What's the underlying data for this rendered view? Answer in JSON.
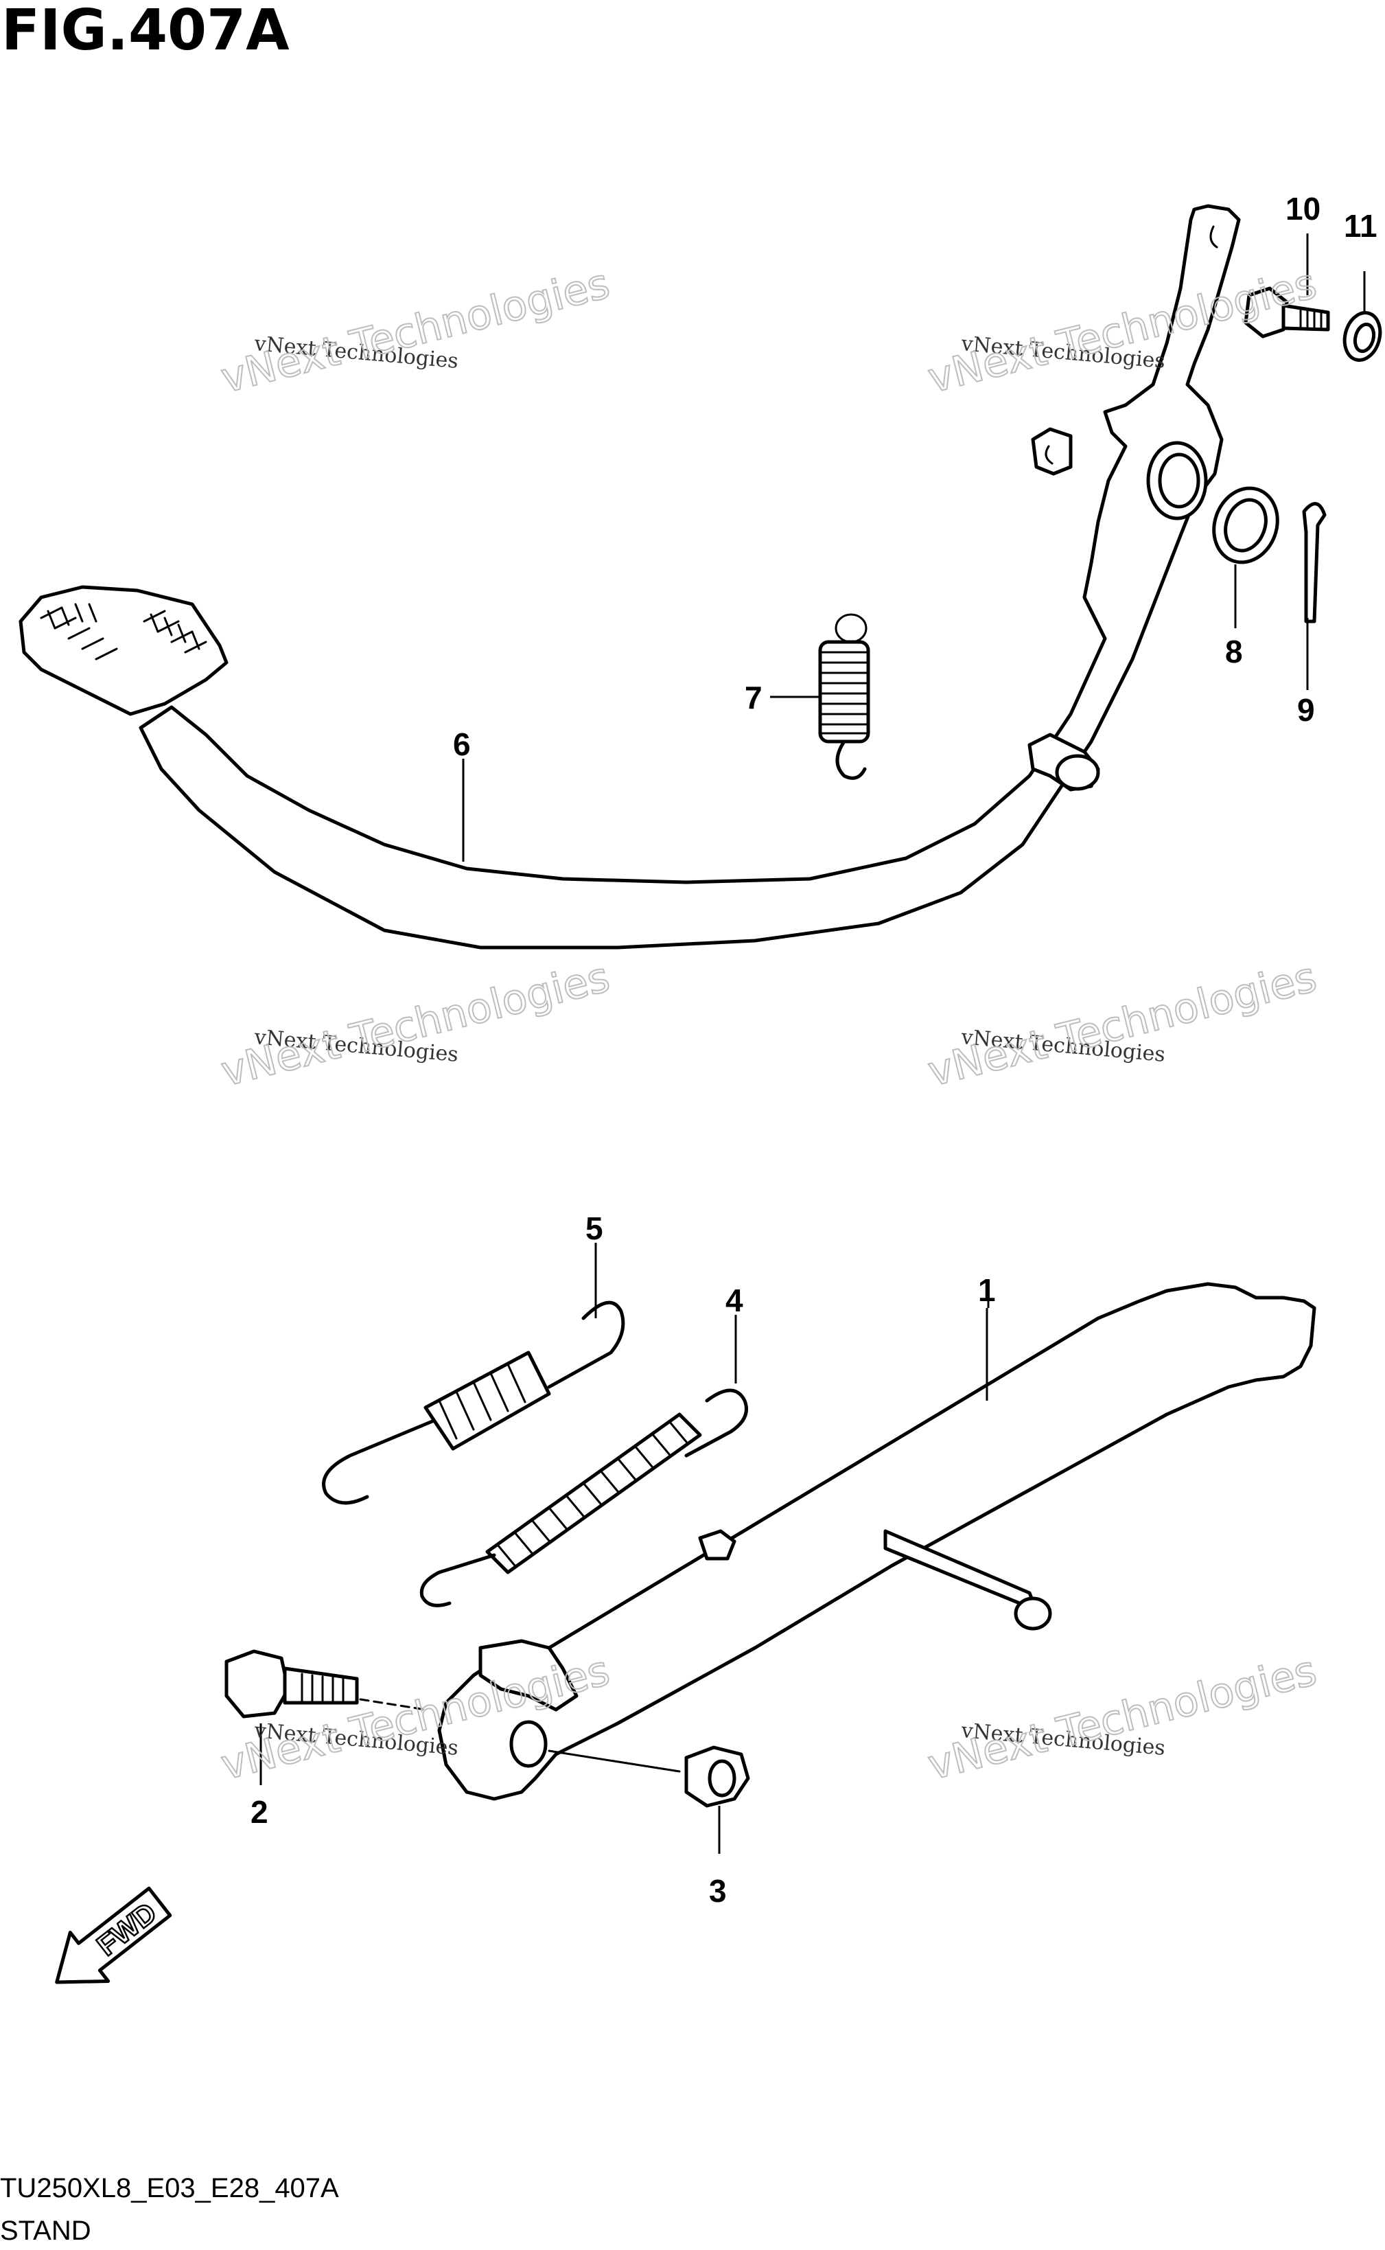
{
  "figure": {
    "title": "FIG.407A",
    "footer_code": "TU250XL8_E03_E28_407A",
    "footer_name": "STAND",
    "direction_label": "FWD"
  },
  "callouts": [
    "1",
    "2",
    "3",
    "4",
    "5",
    "6",
    "7",
    "8",
    "9",
    "10",
    "11"
  ],
  "watermark": {
    "small_text": "vNext Technologies",
    "big_text": "vNext Technologies"
  }
}
